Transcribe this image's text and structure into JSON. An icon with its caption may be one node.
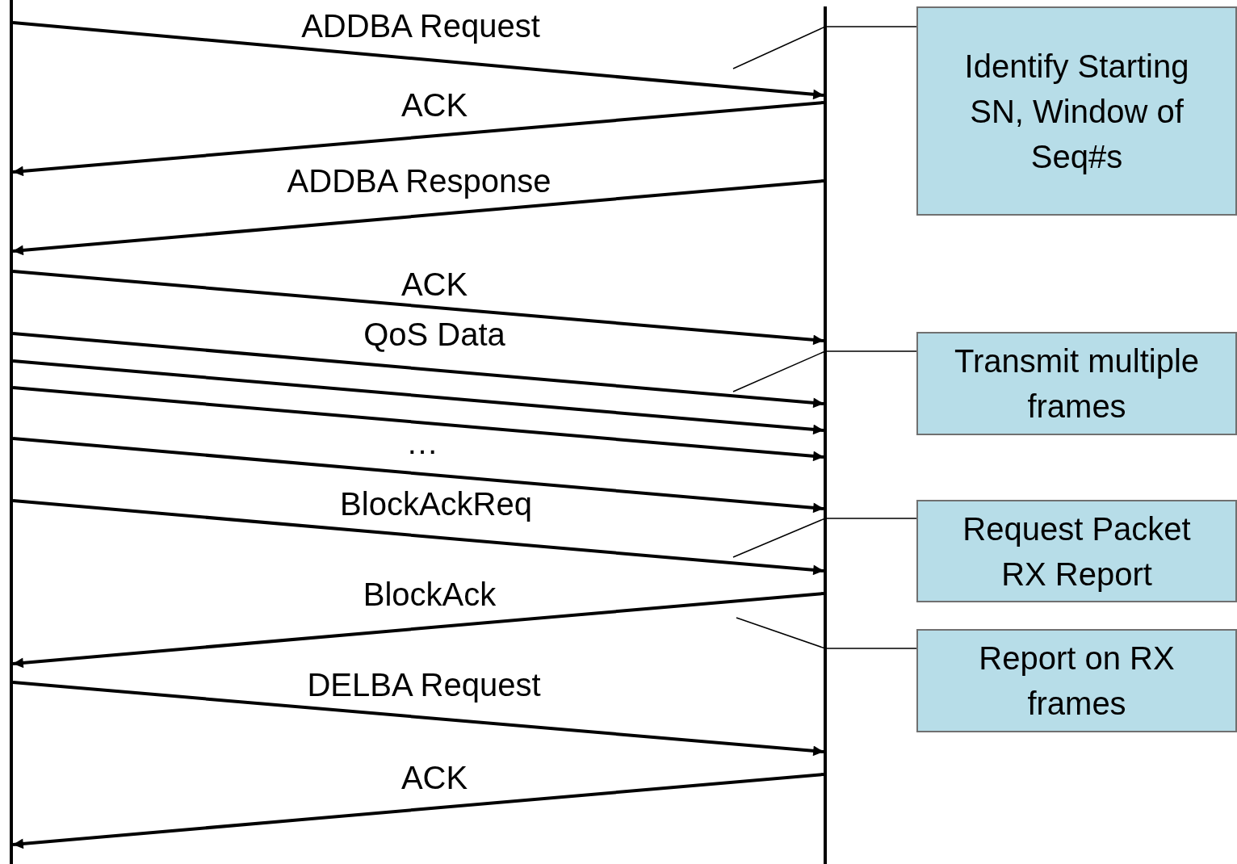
{
  "diagram": {
    "nodes": [
      {
        "text": [],
        "shape": "bar"
      },
      {
        "text": [],
        "shape": "bar"
      },
      {
        "text": [
          "Identify Starting SN, Window of Seq#s"
        ]
      },
      {
        "text": [
          "Transmit multiple frames"
        ]
      },
      {
        "text": [
          "Request Packet RX Report"
        ]
      },
      {
        "text": [
          "Report on RX frames"
        ]
      }
    ],
    "edges": [
      {
        "from": 0,
        "to": 1,
        "arrow": "to",
        "label": "ADDBA Request"
      },
      {
        "from": 1,
        "to": 0,
        "arrow": "to",
        "label": "ACK"
      },
      {
        "from": 1,
        "to": 0,
        "arrow": "to",
        "label": "ADDBA Response"
      },
      {
        "from": 0,
        "to": 1,
        "arrow": "to",
        "label": "ACK"
      },
      {
        "from": 0,
        "to": 1,
        "arrow": "to",
        "label": "QoS Data"
      },
      {
        "from": 0,
        "to": 1,
        "arrow": "to"
      },
      {
        "from": 0,
        "to": 1,
        "arrow": "to"
      },
      {
        "from": 0,
        "to": 1,
        "arrow": "to",
        "label": "…"
      },
      {
        "from": 0,
        "to": 1,
        "arrow": "to",
        "label": "BlockAckReq"
      },
      {
        "from": 1,
        "to": 0,
        "arrow": "to",
        "label": "BlockAck"
      },
      {
        "from": 0,
        "to": 1,
        "arrow": "to",
        "label": "DELBA Request"
      },
      {
        "from": 1,
        "to": 0,
        "arrow": "to",
        "label": "ACK"
      },
      {
        "from": 2,
        "to": null,
        "arrow": "none"
      },
      {
        "from": 3,
        "to": null,
        "arrow": "none"
      },
      {
        "from": 4,
        "to": null,
        "arrow": "none"
      },
      {
        "from": 5,
        "to": null,
        "arrow": "none"
      }
    ]
  }
}
